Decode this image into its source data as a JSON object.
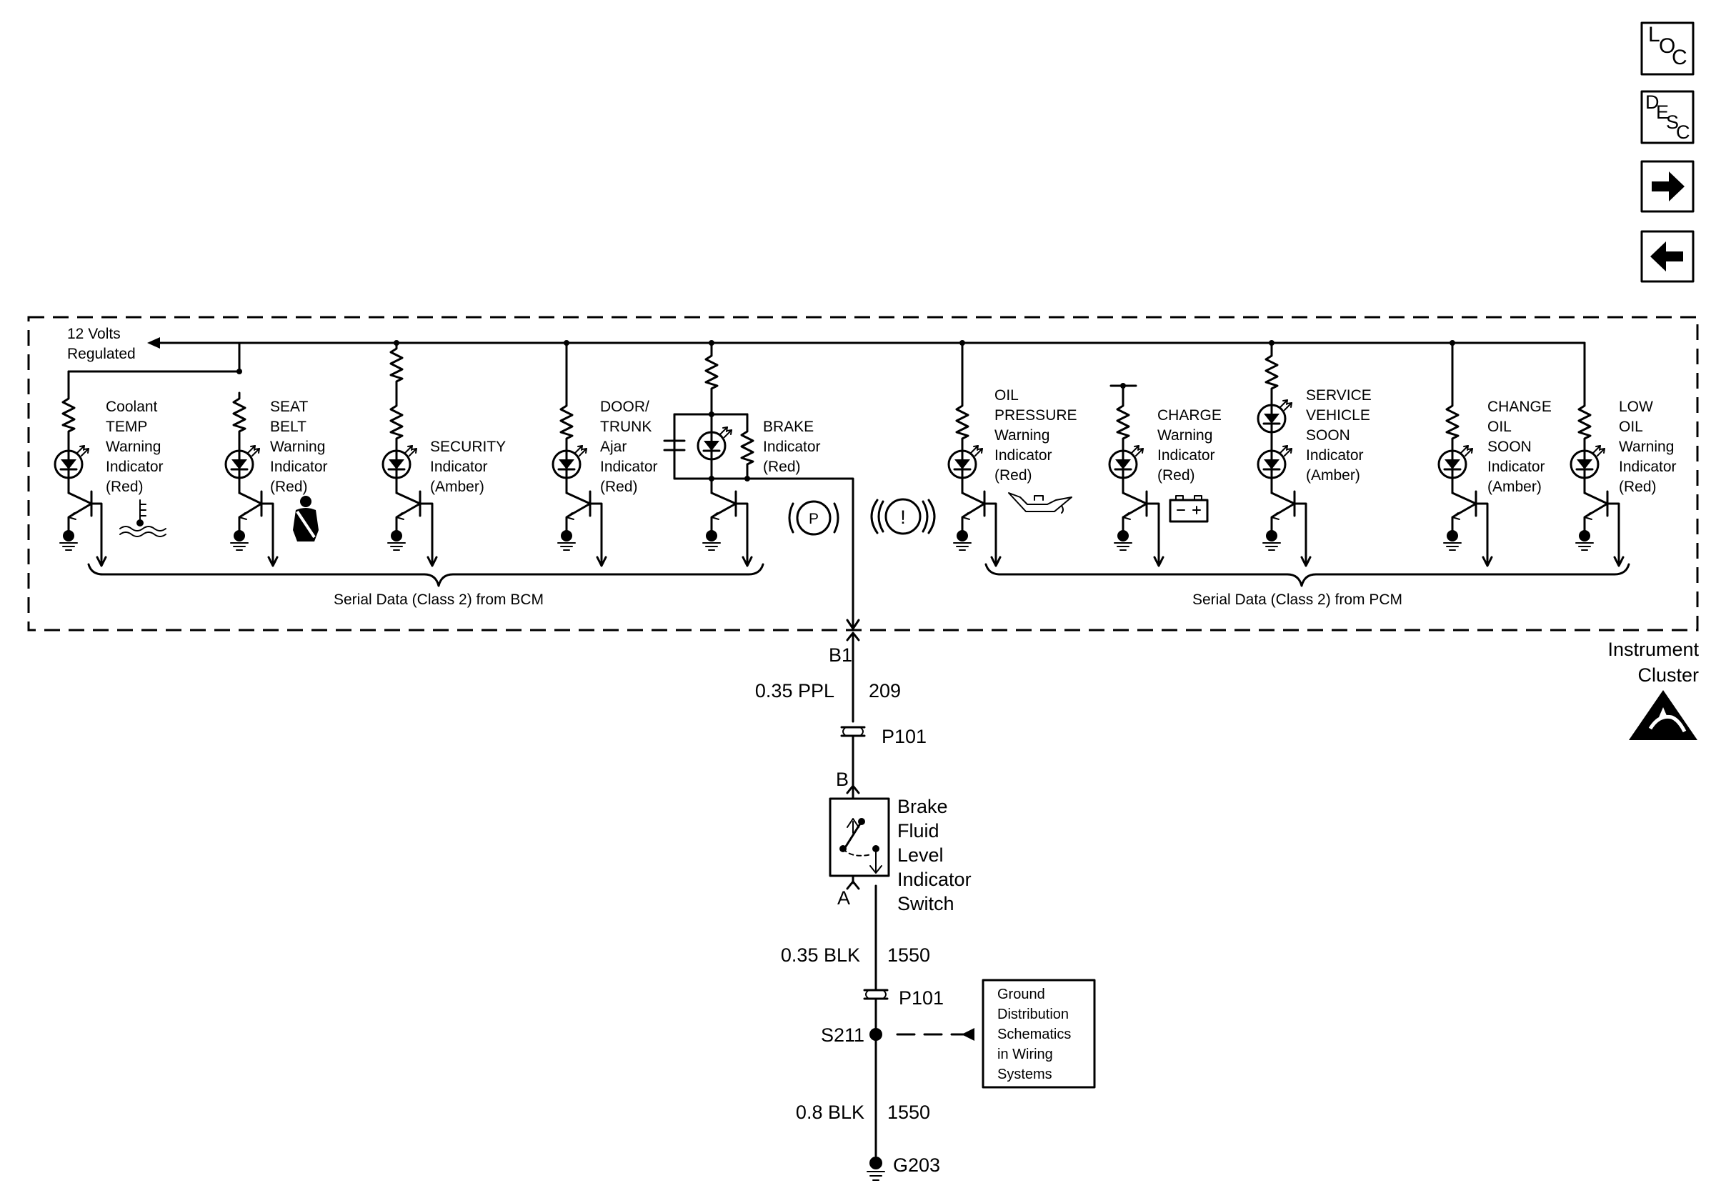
{
  "nav_buttons": {
    "loc": [
      "L",
      "O",
      "C"
    ],
    "desc": [
      "D",
      "E",
      "S",
      "C"
    ],
    "next_icon": "arrow-right-icon",
    "prev_icon": "arrow-left-icon"
  },
  "cluster": {
    "name": [
      "Instrument",
      "Cluster"
    ],
    "supply": [
      "12 Volts",
      "Regulated"
    ],
    "bcm_bus": "Serial Data (Class 2) from BCM",
    "pcm_bus": "Serial Data (Class 2) from PCM",
    "esd_icon": "esd-sensitive-icon"
  },
  "indicators": [
    {
      "id": "coolant",
      "label": [
        "Coolant",
        "TEMP",
        "Warning",
        "Indicator",
        "(Red)"
      ],
      "symbol": "coolant-temp-icon"
    },
    {
      "id": "seatbelt",
      "label": [
        "SEAT",
        "BELT",
        "Warning",
        "Indicator",
        "(Red)"
      ],
      "symbol": "seat-belt-icon"
    },
    {
      "id": "security",
      "label": [
        "SECURITY",
        "Indicator",
        "(Amber)"
      ]
    },
    {
      "id": "door",
      "label": [
        "DOOR/",
        "TRUNK",
        "Ajar",
        "Indicator",
        "(Red)"
      ]
    },
    {
      "id": "brake",
      "label": [
        "BRAKE",
        "Indicator",
        "(Red)"
      ],
      "symbols": [
        "P",
        "!"
      ]
    },
    {
      "id": "oilpress",
      "label": [
        "OIL",
        "PRESSURE",
        "Warning",
        "Indicator",
        "(Red)"
      ],
      "symbol": "oil-can-icon"
    },
    {
      "id": "charge",
      "label": [
        "CHARGE",
        "Warning",
        "Indicator",
        "(Red)"
      ],
      "symbol": "battery-icon"
    },
    {
      "id": "service",
      "label": [
        "SERVICE",
        "VEHICLE",
        "SOON",
        "Indicator",
        "(Amber)"
      ]
    },
    {
      "id": "changeoil",
      "label": [
        "CHANGE",
        "OIL",
        "SOON",
        "Indicator",
        "(Amber)"
      ]
    },
    {
      "id": "lowoil",
      "label": [
        "LOW",
        "OIL",
        "Warning",
        "Indicator",
        "(Red)"
      ]
    }
  ],
  "circuit": {
    "cluster_pin": "B1",
    "wire1": {
      "gauge": "0.35 PPL",
      "number": "209"
    },
    "connector1": "P101",
    "switch_pin_top": "B",
    "switch_name": [
      "Brake",
      "Fluid",
      "Level",
      "Indicator",
      "Switch"
    ],
    "switch_pin_bottom": "A",
    "wire2": {
      "gauge": "0.35 BLK",
      "number": "1550"
    },
    "connector2": "P101",
    "splice": "S211",
    "reference": [
      "Ground",
      "Distribution",
      "Schematics",
      "in Wiring",
      "Systems"
    ],
    "wire3": {
      "gauge": "0.8 BLK",
      "number": "1550"
    },
    "ground": "G203"
  }
}
